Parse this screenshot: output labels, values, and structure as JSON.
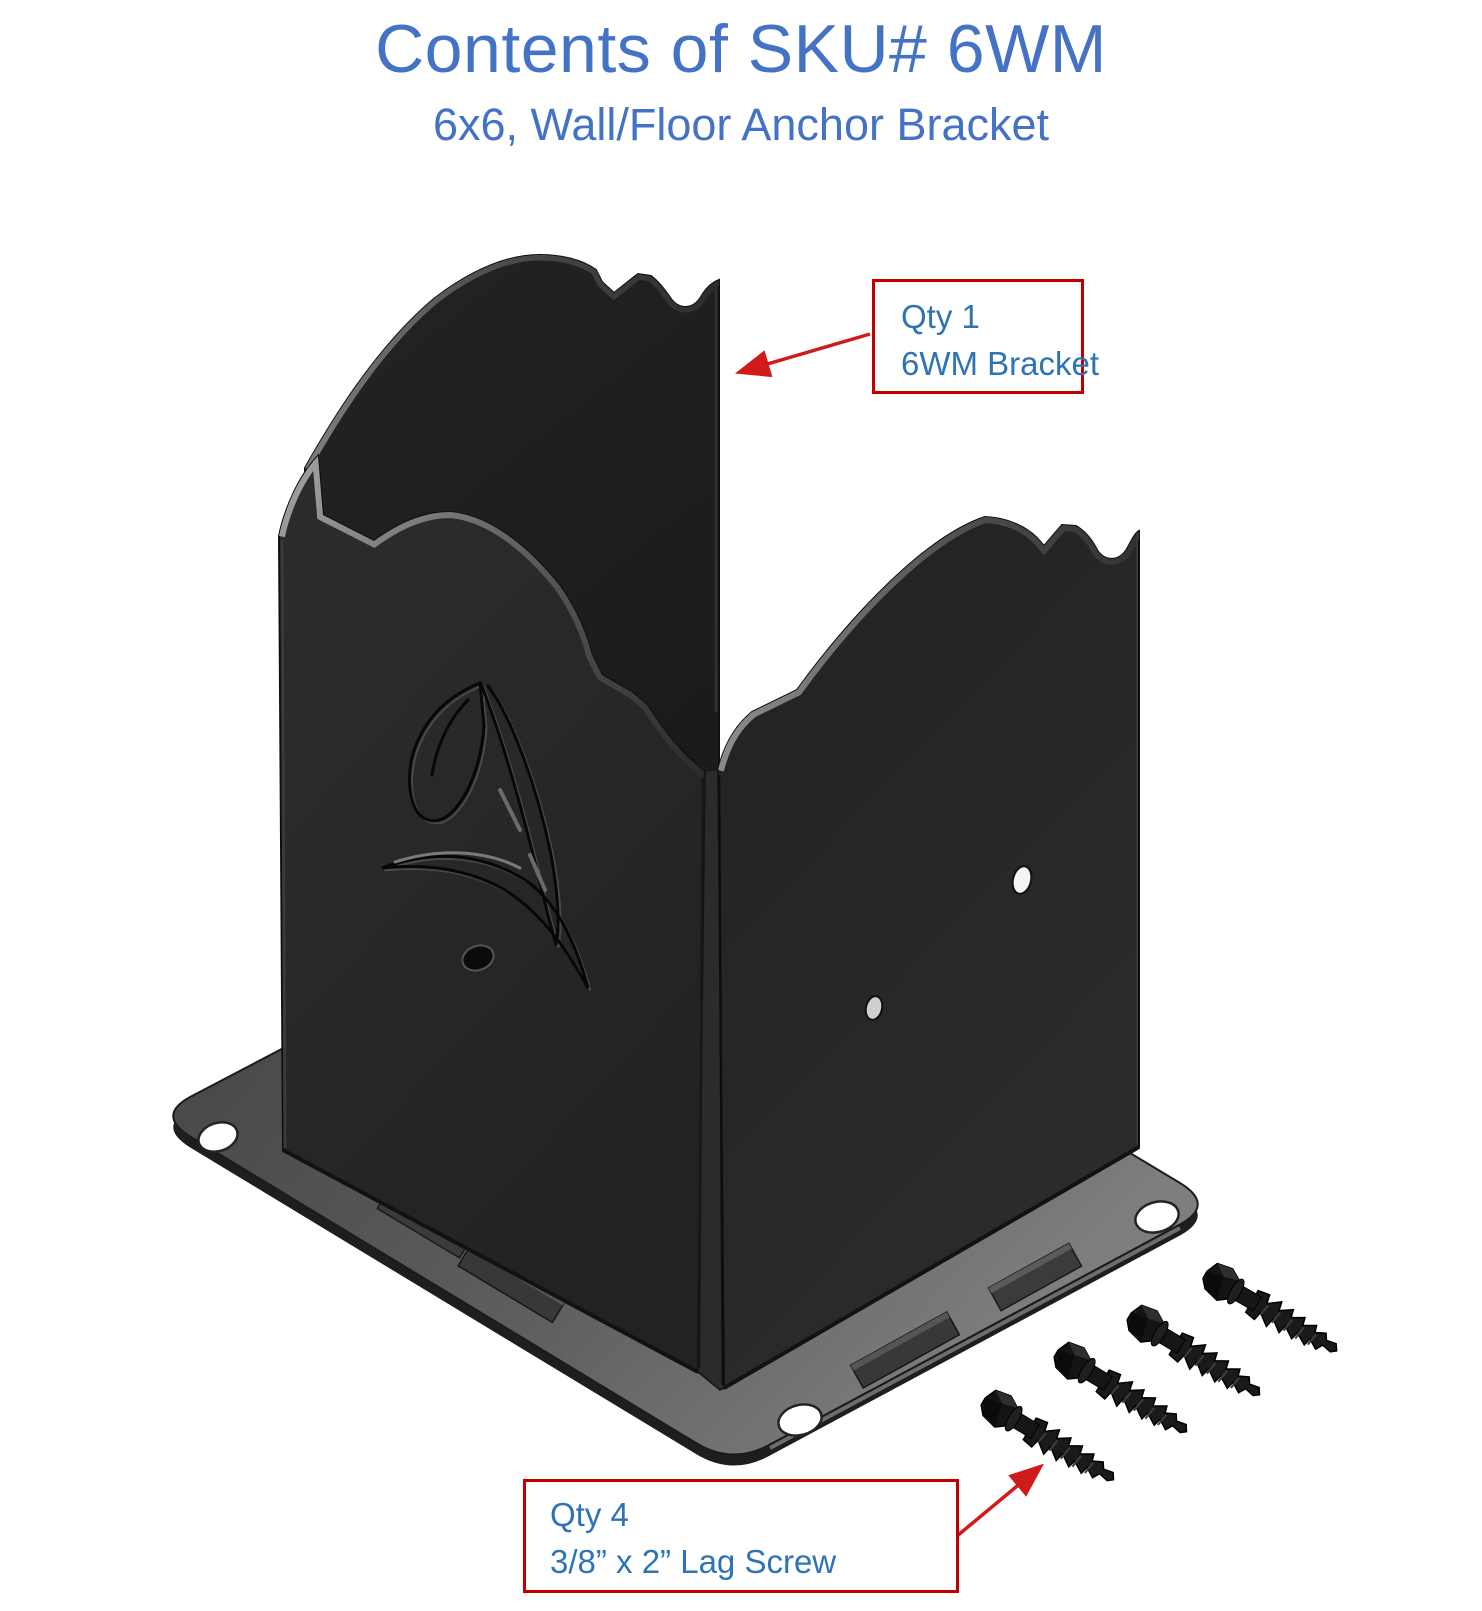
{
  "title": {
    "text": "Contents of SKU# 6WM"
  },
  "subtitle": {
    "text": "6x6, Wall/Floor Anchor Bracket"
  },
  "callouts": {
    "bracket": {
      "lines": [
        "Qty 1",
        "6WM Bracket"
      ]
    },
    "screws": {
      "lines": [
        "Qty 4",
        "3/8” x 2” Lag Screw"
      ]
    }
  },
  "parts": {
    "bracket": {
      "name": "6WM Bracket",
      "qty": 1
    },
    "lag_screw": {
      "name": "3/8” x 2” Lag Screw",
      "qty": 4
    }
  },
  "colors": {
    "heading_blue": "#4473C6",
    "callout_text_blue": "#2E74B5",
    "callout_border_red": "#C00000",
    "arrow_red": "#D11A1A",
    "bracket_steel_dark": "#262626",
    "base_plate_gray": "#6B6B6B",
    "background": "#FFFFFF"
  }
}
